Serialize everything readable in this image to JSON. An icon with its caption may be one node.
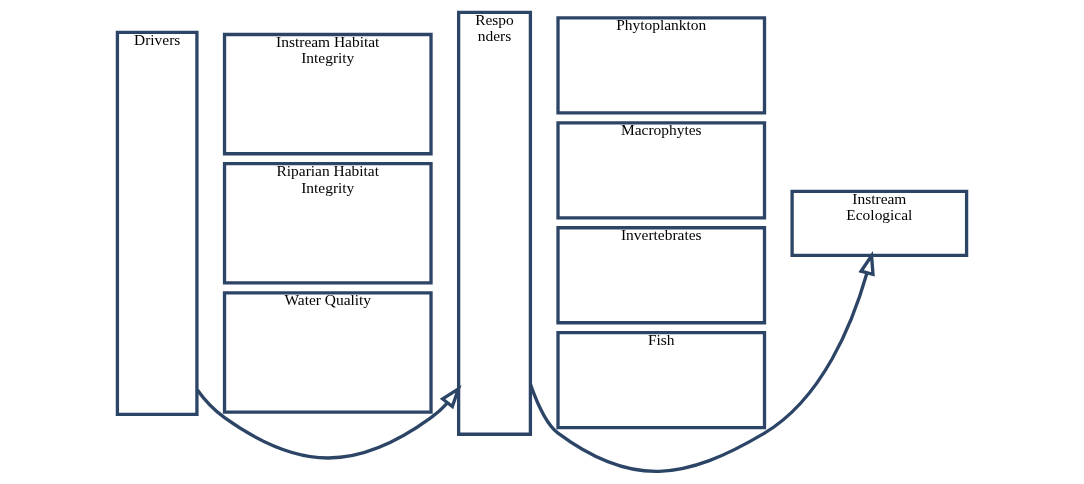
{
  "diagram": {
    "nodes": [
      {
        "text": [
          "Drivers"
        ]
      },
      {
        "text": [
          "Instream Habitat Integrity"
        ]
      },
      {
        "text": [
          "Riparian Habitat Integrity"
        ]
      },
      {
        "text": [
          "Water Quality"
        ]
      },
      {
        "text": [
          "Respo nders"
        ]
      },
      {
        "text": [
          "Phytoplankton"
        ]
      },
      {
        "text": [
          "Macrophytes"
        ]
      },
      {
        "text": [
          "Invertebrates"
        ]
      },
      {
        "text": [
          "Fish"
        ]
      },
      {
        "text": [
          "Instream Ecological"
        ]
      }
    ],
    "edges": [
      {
        "from": 0,
        "to": 4,
        "arrow": "to"
      },
      {
        "from": 4,
        "to": 9,
        "arrow": "to"
      }
    ]
  }
}
